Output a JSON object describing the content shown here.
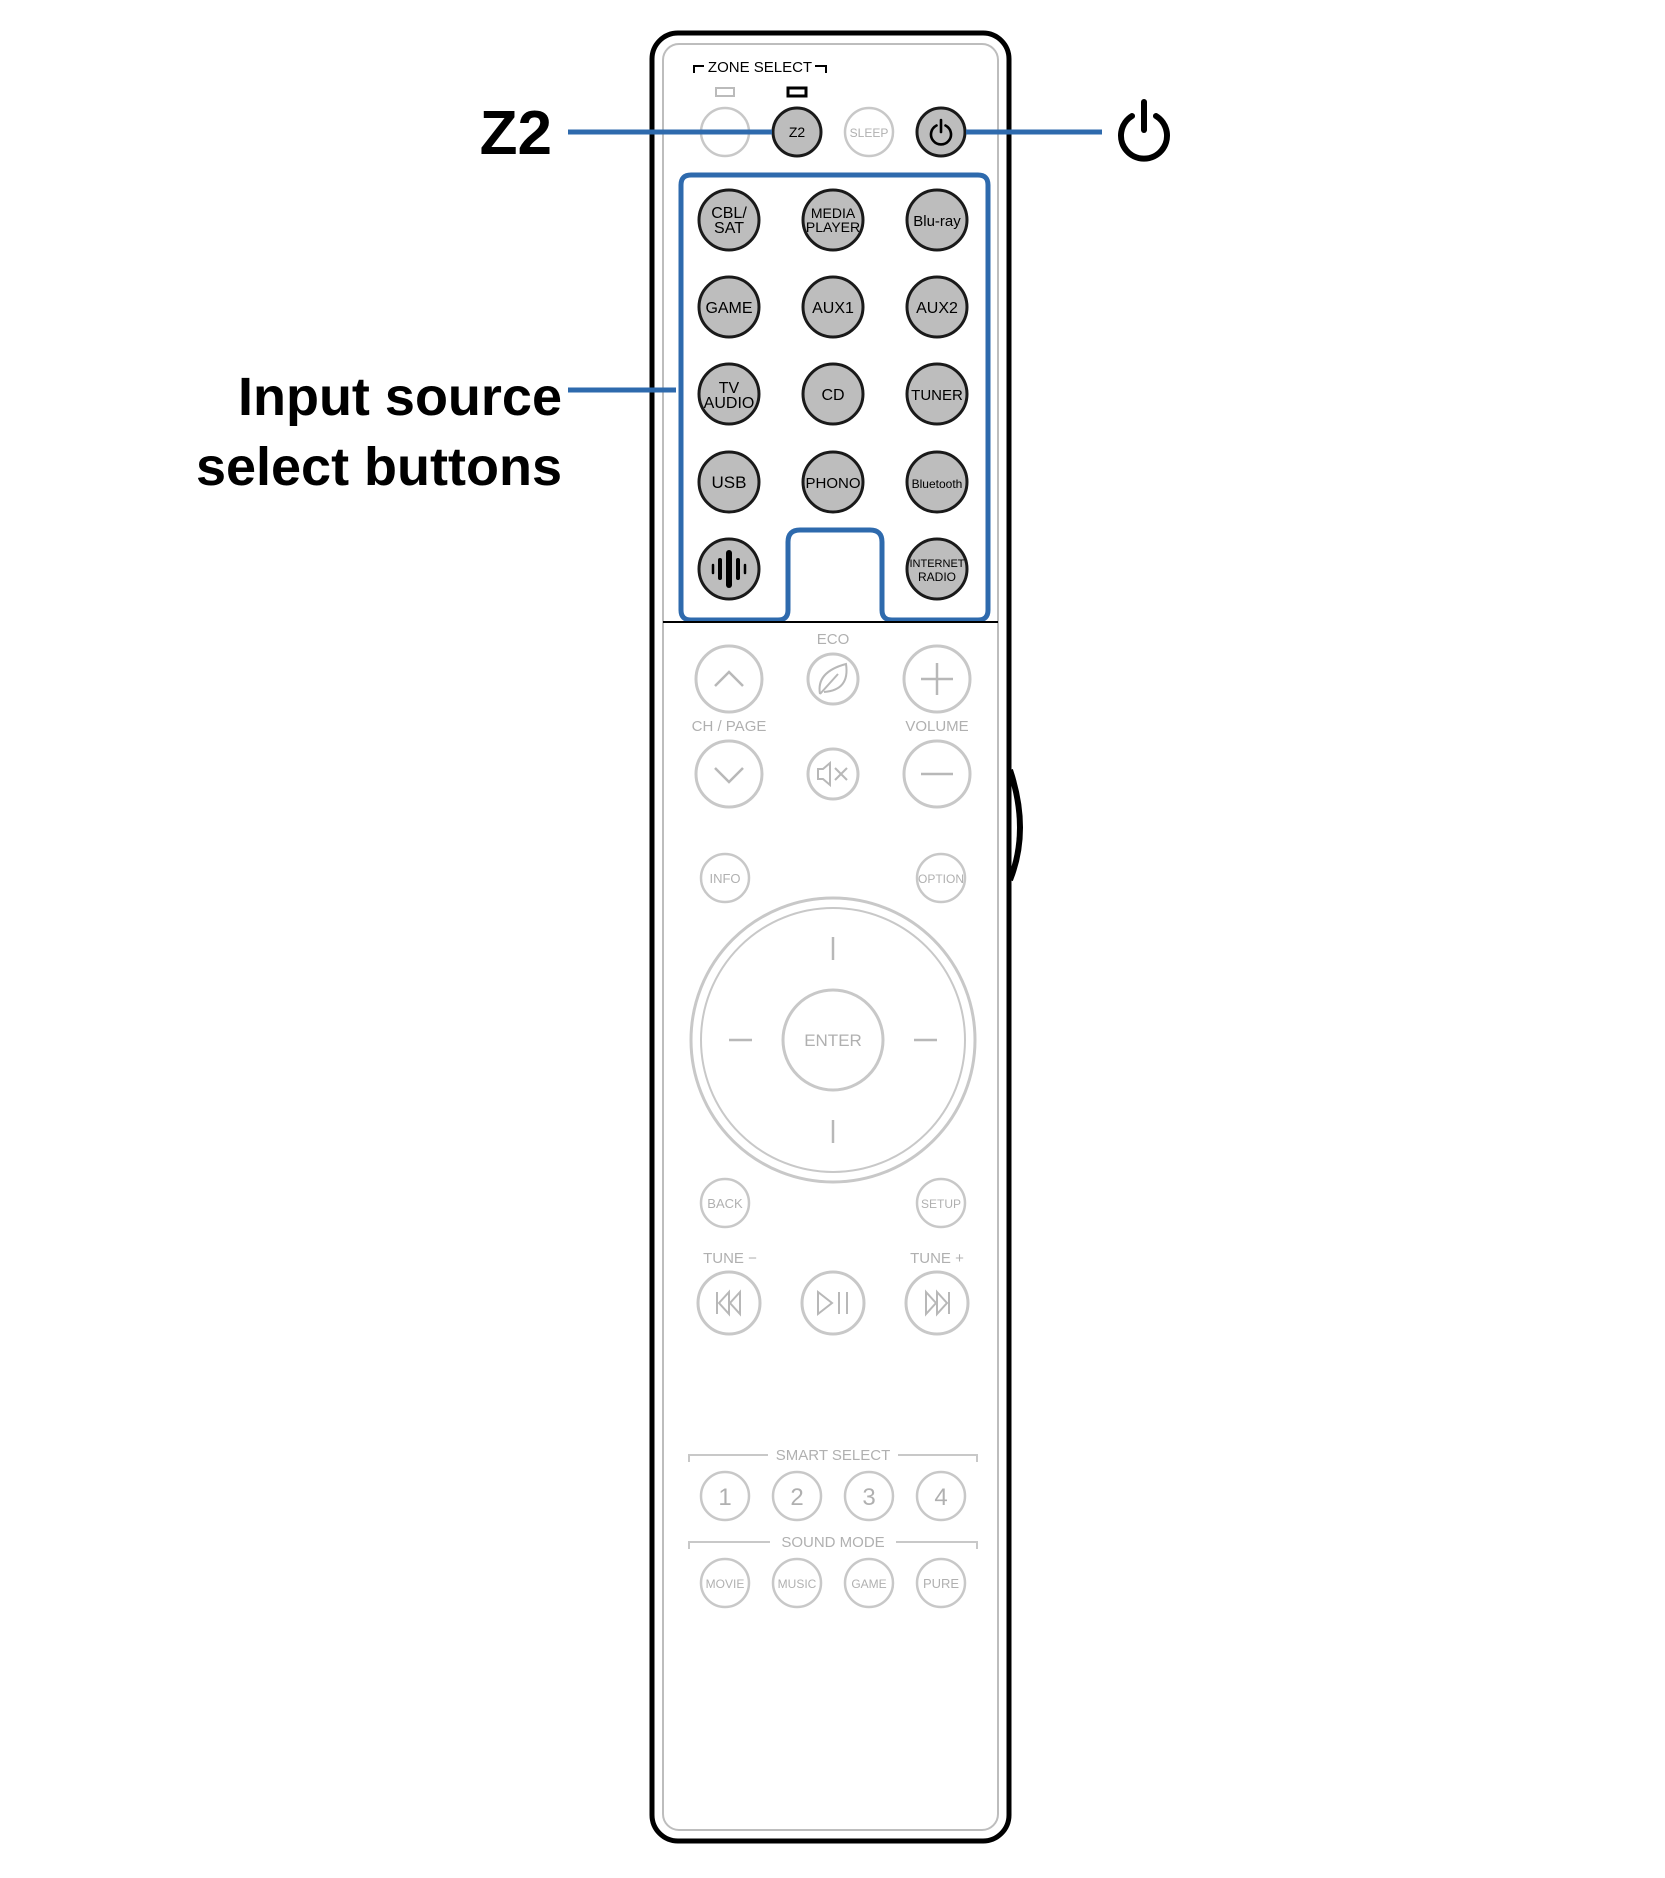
{
  "callouts": {
    "z2": "Z2",
    "input_source_line1": "Input source",
    "input_source_line2": "select buttons"
  },
  "colors": {
    "accent_blue": "#2e6aad",
    "active_fill": "#bdbdbd",
    "active_stroke": "#1a1a1a",
    "inactive_stroke": "#c8c8c8",
    "inactive_text": "#b0b0b0"
  },
  "remote": {
    "zone_select": "ZONE SELECT",
    "top_row": {
      "z2": "Z2",
      "sleep": "SLEEP"
    },
    "inputs": {
      "cbl_sat_1": "CBL/",
      "cbl_sat_2": "SAT",
      "media_player_1": "MEDIA",
      "media_player_2": "PLAYER",
      "bluray": "Blu-ray",
      "game": "GAME",
      "aux1": "AUX1",
      "aux2": "AUX2",
      "tv_audio_1": "TV",
      "tv_audio_2": "AUDIO",
      "cd": "CD",
      "tuner": "TUNER",
      "usb": "USB",
      "phono": "PHONO",
      "bluetooth": "Bluetooth",
      "internet_radio_1": "INTERNET",
      "internet_radio_2": "RADIO"
    },
    "eco": "ECO",
    "ch_page": "CH / PAGE",
    "volume": "VOLUME",
    "info": "INFO",
    "option": "OPTION",
    "enter": "ENTER",
    "back": "BACK",
    "setup": "SETUP",
    "tune_minus": "TUNE −",
    "tune_plus": "TUNE +",
    "smart_select": "SMART SELECT",
    "smart": [
      "1",
      "2",
      "3",
      "4"
    ],
    "sound_mode": "SOUND MODE",
    "modes": {
      "movie": "MOVIE",
      "music": "MUSIC",
      "game": "GAME",
      "pure": "PURE"
    }
  }
}
